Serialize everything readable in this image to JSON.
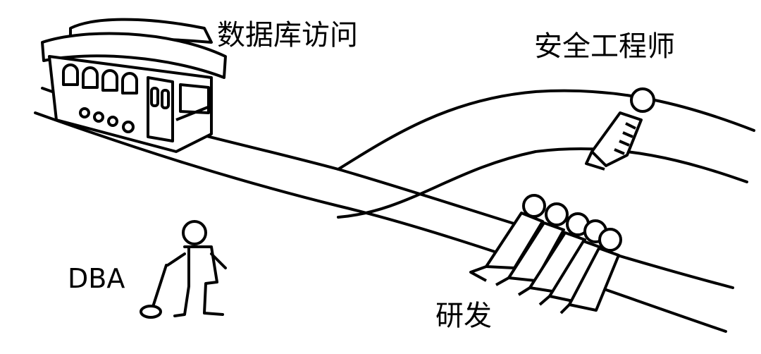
{
  "labels": {
    "trolley": "数据库访问",
    "single_track": "安全工程师",
    "lever_puller": "DBA",
    "multi_track": "研发"
  },
  "colors": {
    "background": "#ffffff",
    "ink": "#000000"
  }
}
